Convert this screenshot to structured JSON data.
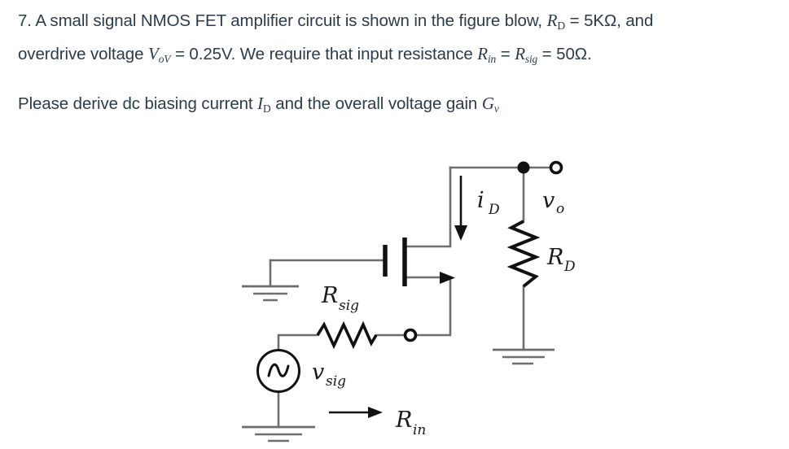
{
  "question": {
    "number": "7.",
    "line1_a": "A small signal NMOS FET amplifier circuit is shown in the figure blow, ",
    "line1_var_R": "R",
    "line1_var_R_sub": "D",
    "line1_b": " = 5KΩ, and",
    "line2_a": "overdrive voltage ",
    "line2_var_V": "V",
    "line2_var_V_sub": "oV",
    "line2_b": " = 0.25V. We require that input resistance ",
    "line2_var_Rin": "R",
    "line2_var_Rin_sub": "in",
    "line2_c": " = ",
    "line2_var_Rsig": "R",
    "line2_var_Rsig_sub": "sig",
    "line2_d": " = 50Ω.",
    "line3_a": "Please derive dc biasing current ",
    "line3_var_I": "I",
    "line3_var_I_sub": "D",
    "line3_b": " and the overall voltage gain ",
    "line3_var_G": "G",
    "line3_var_G_sub": "v"
  },
  "circuit": {
    "labels": {
      "i_d": "i",
      "i_d_sub": "D",
      "v_o": "v",
      "v_o_sub": "o",
      "r_d": "R",
      "r_d_sub": "D",
      "r_sig": "R",
      "r_sig_sub": "sig",
      "v_sig": "v",
      "v_sig_sub": "sig",
      "r_in": "R",
      "r_in_sub": "in"
    },
    "colors": {
      "wire": "#6e6e6e",
      "wire_dark": "#1a1a1a",
      "label": "#1a1a1a",
      "text": "#2c3b4b",
      "background": "#ffffff"
    },
    "components": [
      "nmos-transistor",
      "drain-resistor",
      "signal-resistor",
      "ac-voltage-source",
      "ground-gate",
      "ground-source",
      "ground-drain-resistor",
      "output-terminal",
      "input-terminal",
      "drain-current-arrow",
      "input-resistance-arrow"
    ]
  }
}
